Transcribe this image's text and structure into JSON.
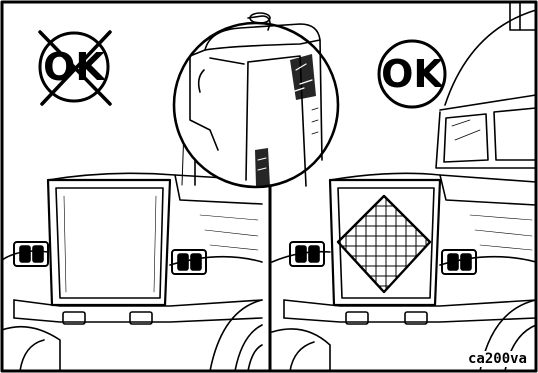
{
  "figure": {
    "left_panel": {
      "badge_text": "OK",
      "badge_crossed": true
    },
    "right_panel": {
      "badge_text": "OK",
      "badge_crossed": false
    },
    "code": "ca200va"
  },
  "colors": {
    "ink": "#000000",
    "paper": "#ffffff"
  }
}
